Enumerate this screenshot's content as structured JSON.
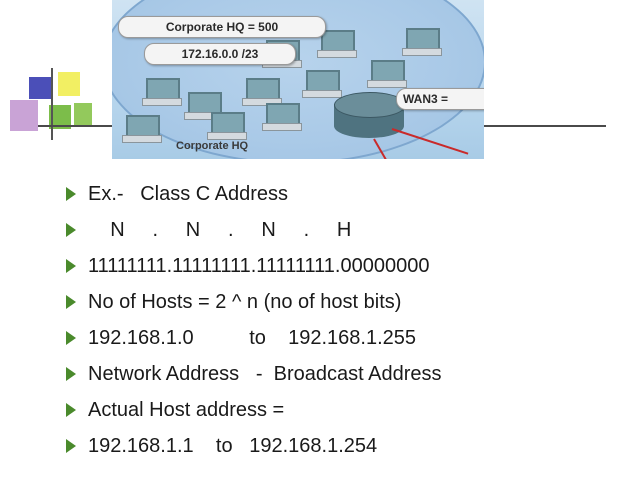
{
  "image": {
    "hq_label": "Corporate HQ = 500",
    "network_label": "172.16.0.0 /23",
    "wan_label": "WAN3 =",
    "bottom_label": "Corporate HQ"
  },
  "bullets": [
    {
      "text": "Ex.-   Class C Address"
    },
    {
      "text": "    N     .     N     .     N     .     H"
    },
    {
      "text": "11111111.11111111.11111111.00000000"
    },
    {
      "text": "No of Hosts = 2 ^ n (no of host bits)"
    },
    {
      "text": "192.168.1.0          to    192.168.1.255"
    },
    {
      "text": "Network Address   -  Broadcast Address"
    },
    {
      "text": "Actual Host address ="
    },
    {
      "text": "192.168.1.1    to   192.168.1.254"
    }
  ],
  "colors": {
    "bullet": "#4a8a2c",
    "text": "#1a1a1a"
  }
}
